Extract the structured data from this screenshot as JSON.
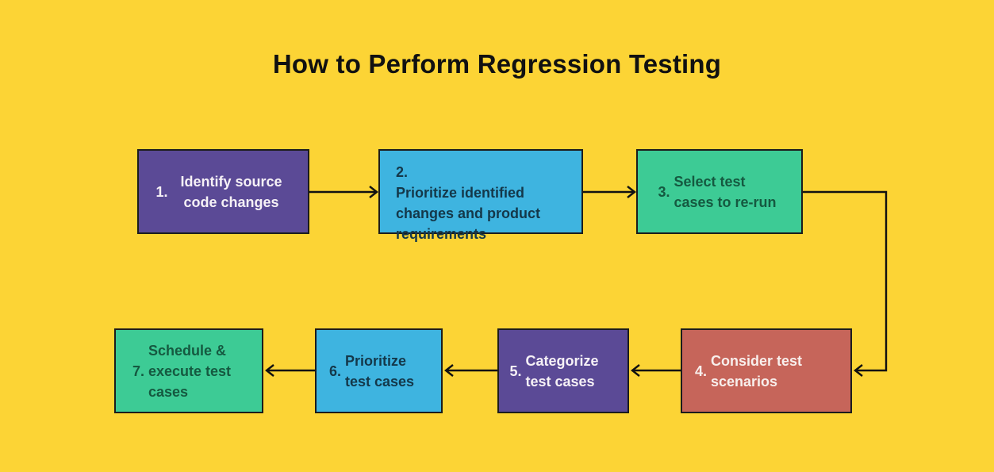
{
  "title": "How to Perform Regression Testing",
  "colors": {
    "background": "#FCD435",
    "border": "#1C1C1C",
    "arrow": "#111111",
    "title_text": "#111111"
  },
  "steps": [
    {
      "num": "1. ",
      "text": "Identify source code changes",
      "fill": "#5B4A96",
      "text_color": "#F6F1F6"
    },
    {
      "num": "2.",
      "text": "Prioritize identified changes and product requirements",
      "fill": "#3EB4E0",
      "text_color": "#14384A"
    },
    {
      "num": "3. ",
      "text": "Select test cases to re-run",
      "fill": "#3DCB95",
      "text_color": "#155940"
    },
    {
      "num": "4. ",
      "text": "Consider test scenarios",
      "fill": "#C6655A",
      "text_color": "#F8EFEC"
    },
    {
      "num": "5. ",
      "text": "Categorize test cases",
      "fill": "#5B4A96",
      "text_color": "#F6F1F6"
    },
    {
      "num": "6. ",
      "text": "Prioritize test cases",
      "fill": "#3EB4E0",
      "text_color": "#14384A"
    },
    {
      "num": "7. ",
      "text": "Schedule & execute test cases",
      "fill": "#3DCB95",
      "text_color": "#155940"
    }
  ]
}
